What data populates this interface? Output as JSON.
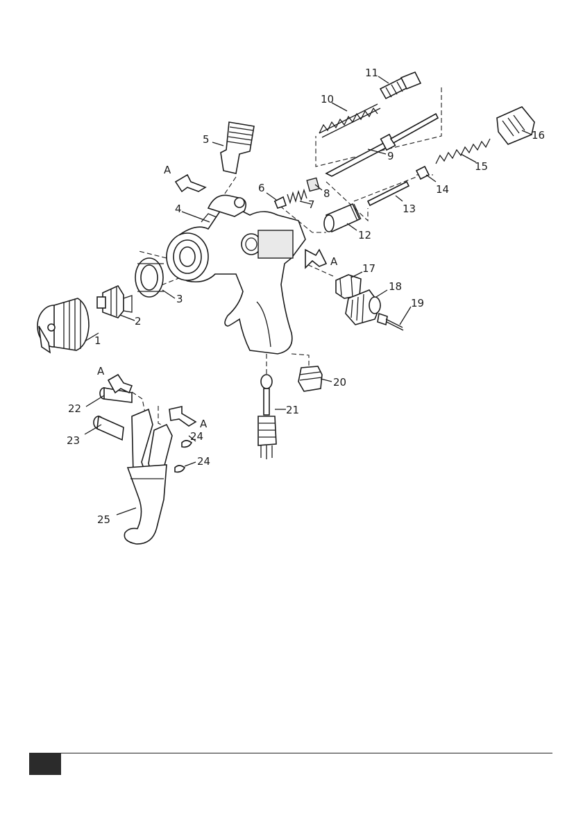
{
  "diagram": {
    "callouts": [
      "1",
      "2",
      "3",
      "4",
      "5",
      "6",
      "7",
      "8",
      "9",
      "10",
      "11",
      "12",
      "13",
      "14",
      "15",
      "16",
      "17",
      "18",
      "19",
      "20",
      "21",
      "22",
      "23",
      "24",
      "24",
      "25"
    ],
    "section_marks": [
      "A",
      "A",
      "A",
      "A"
    ]
  },
  "colors": {
    "ink": "#1a1a1a",
    "footer_block": "#2b2b2b",
    "paper": "#ffffff"
  }
}
